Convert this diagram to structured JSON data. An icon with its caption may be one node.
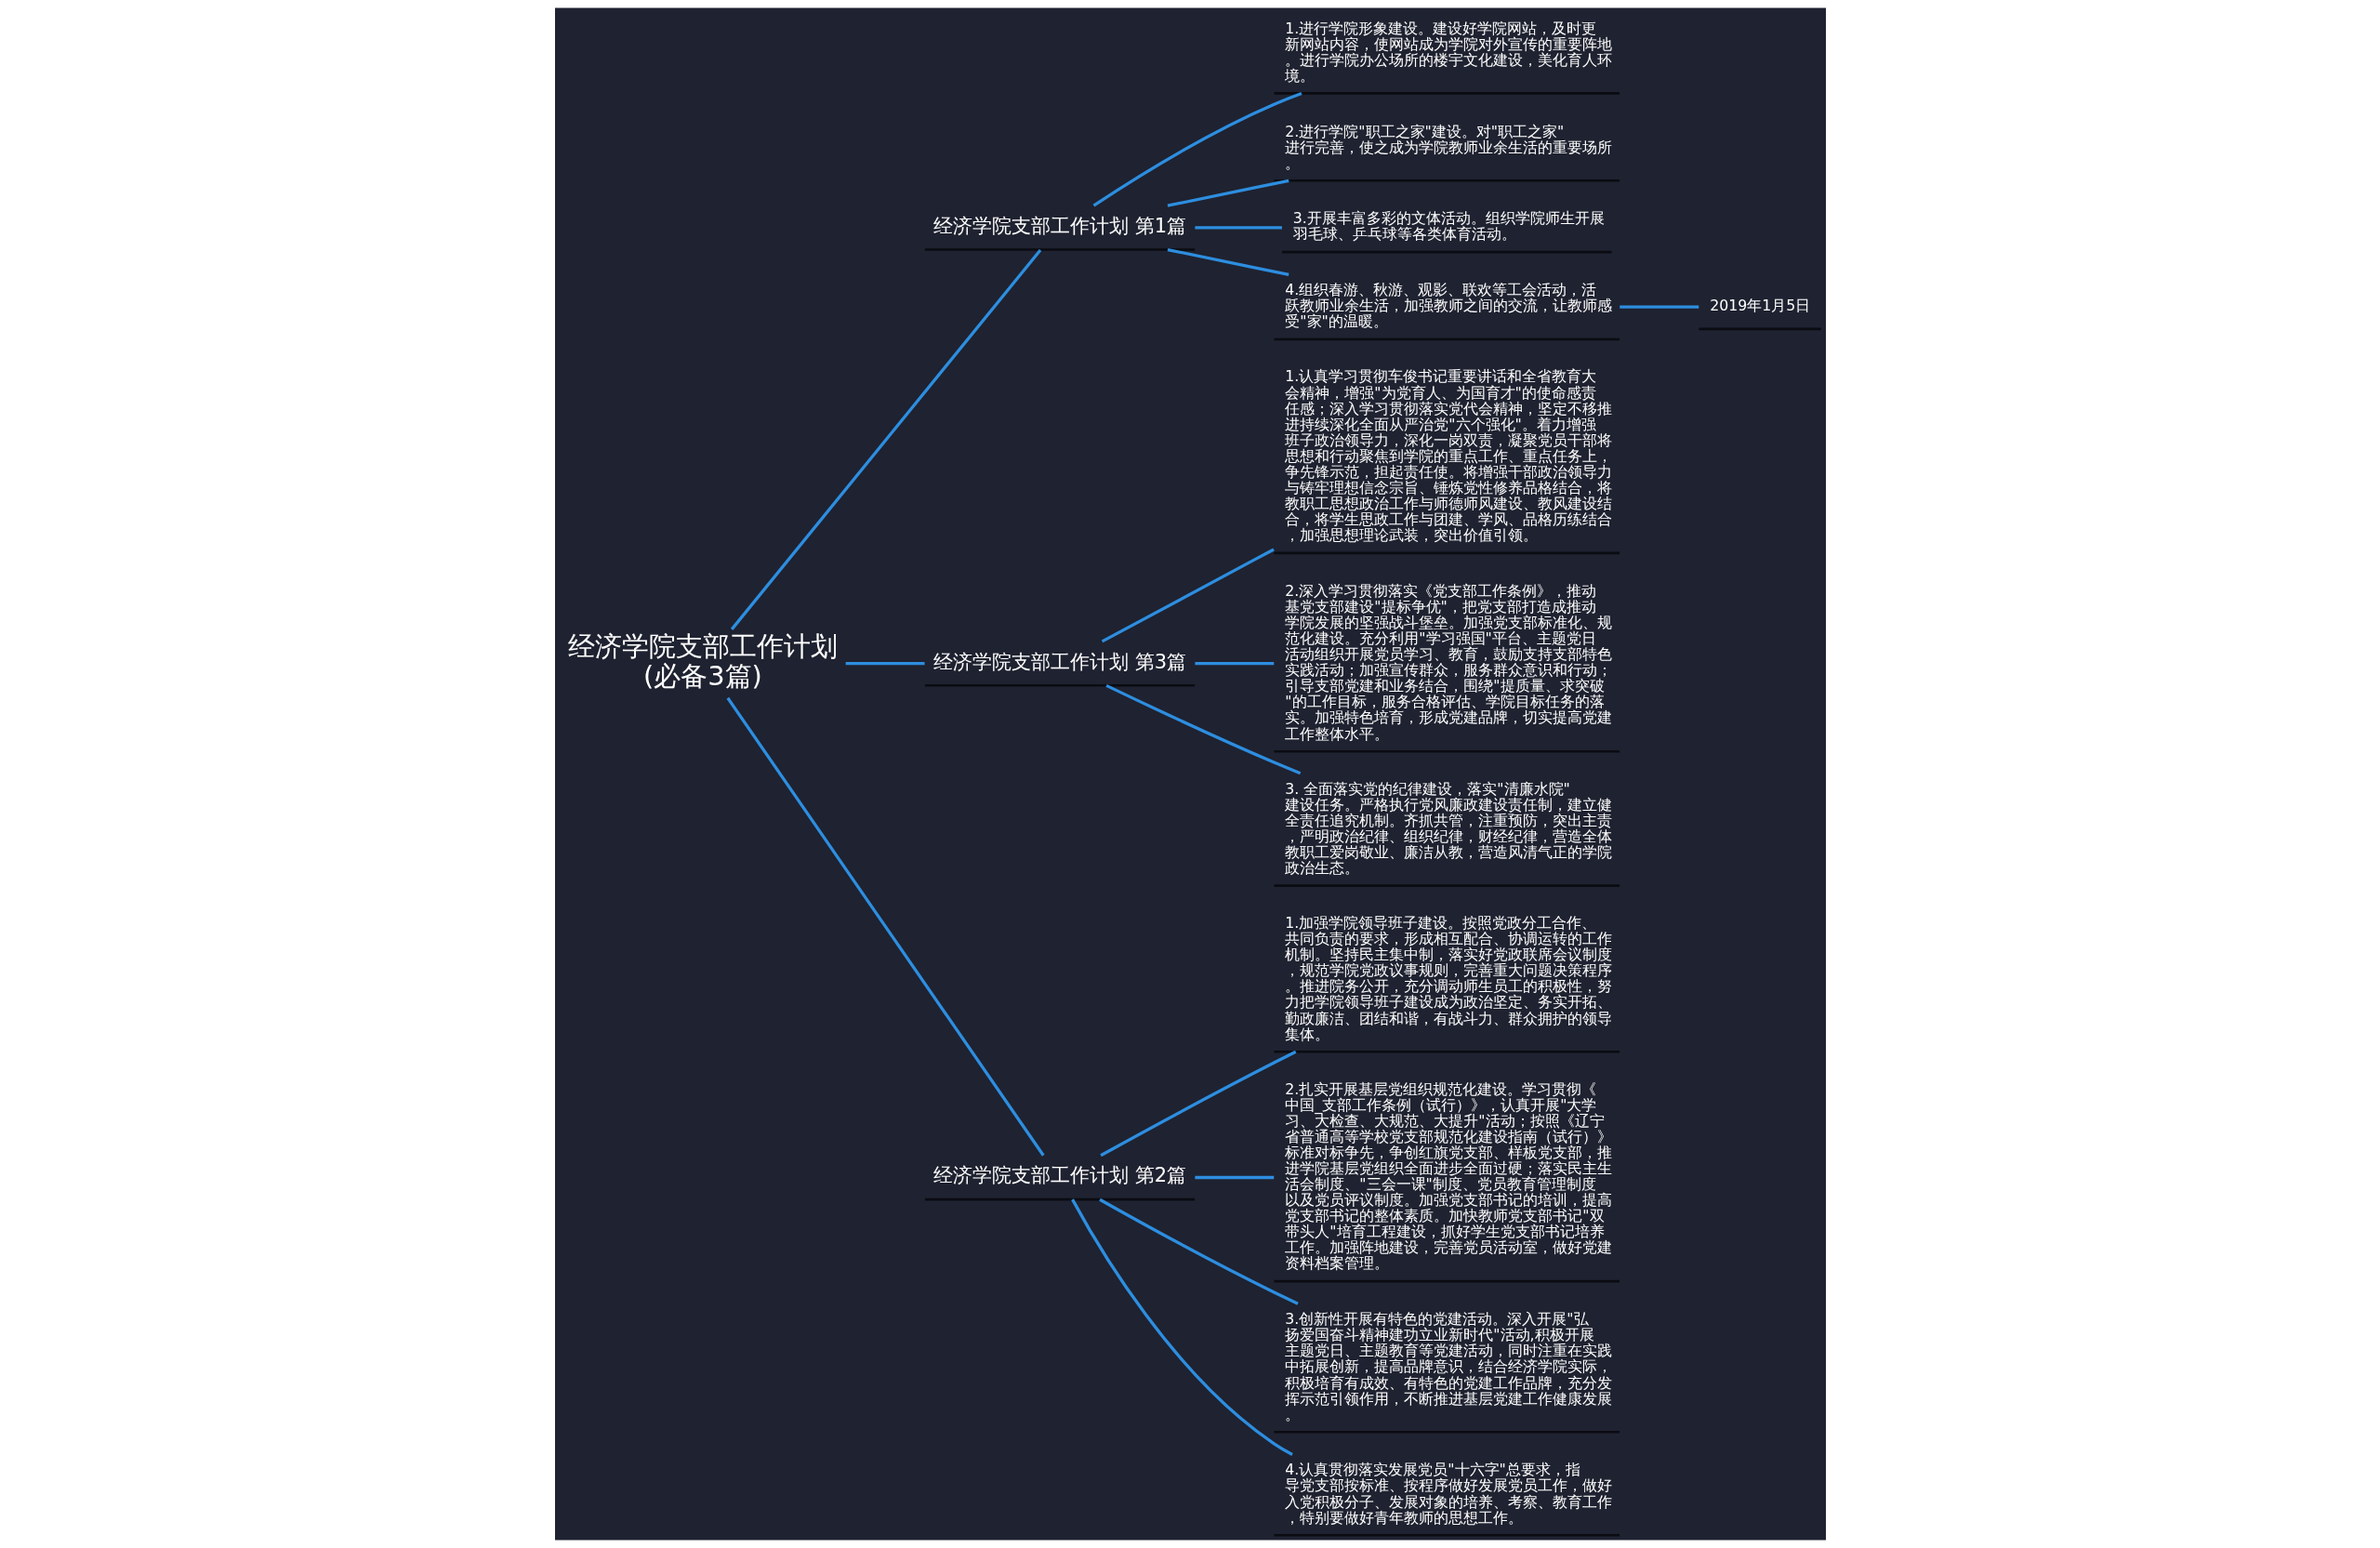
{
  "diagram": {
    "nodes": [
      {
        "text": [
          "经济学院支部工作计划(必备3篇)"
        ]
      },
      {
        "text": [
          "经济学院支部工作计划 第1篇"
        ]
      },
      {
        "text": [
          "1.进行学院形象建设。建设好学院网站，及时更新网站内容，使网站成为学院对外宣传的重要阵地。进行学院办公场所的楼宇文化建设，美化育人环境。"
        ]
      },
      {
        "text": [
          "2.进行学院\"职工之家\"建设。对\"职工之家\"进行完善，使之成为学院教师业余生活的重要场所。"
        ]
      },
      {
        "text": [
          "3.开展丰富多彩的文体活动。组织学院师生开展羽毛球、乒乓球等各类体育活动。"
        ]
      },
      {
        "text": [
          "4.组织春游、秋游、观影、联欢等工会活动，活跃教师业余生活，加强教师之间的交流，让教师感受\"家\"的温暖。"
        ]
      },
      {
        "text": [
          "2019年1月5日"
        ]
      },
      {
        "text": [
          "经济学院支部工作计划 第3篇"
        ]
      },
      {
        "text": [
          "1.认真学习贯彻车俊书记重要讲话和全省教育大会精神，增强\"为党育人、为国育才\"的使命感责任感；深入学习贯彻落实党代会精神，坚定不移推进持续深化全面从严治党\"六个强化\"。着力增强班子政治领导力，深化一岗双责，凝聚党员干部将思想和行动聚焦到学院的重点工作、重点任务上，争先锋示范，担起责任使。将增强干部政治领导力与铸牢理想信念宗旨、锤炼党性修养品格结合，将教职工思想政治工作与师德师风建设、教风建设结合，将学生思政工作与团建、学风、品格历练结合，加强思想理论武装，突出价值引领。"
        ]
      },
      {
        "text": [
          "2.深入学习贯彻落实《党支部工作条例》，推动基党支部建设\"提标争优\"，把党支部打造成推动学院发展的坚强战斗堡垒。加强党支部标准化、规范化建设。充分利用\"学习强国\"平台、主题党日活动组织开展党员学习、教育，鼓励支持支部特色实践活动；加强宣传群众，服务群众意识和行动；引导支部党建和业务结合，围绕\"提质量、求突破\"的工作目标，服务合格评估、学院目标任务的落实。加强特色培育，形成党建品牌，切实提高党建工作整体水平。"
        ]
      },
      {
        "text": [
          "3. 全面落实党的纪律建设，落实\"清廉水院\"建设任务。严格执行党风廉政建设责任制，建立健全责任追究机制。齐抓共管，注重预防，突出主责，严明政治纪律、组织纪律，财经纪律，营造全体教职工爱岗敬业、廉洁从教，营造风清气正的学院政治生态。"
        ]
      },
      {
        "text": [
          "经济学院支部工作计划 第2篇"
        ]
      },
      {
        "text": [
          "1.加强学院领导班子建设。按照党政分工合作、共同负责的要求，形成相互配合、协调运转的工作机制。坚持民主集中制，落实好党政联席会议制度，规范学院党政议事规则，完善重大问题决策程序。推进院务公开，充分调动师生员工的积极性，努力把学院领导班子建设成为政治坚定、务实开拓、勤政廉洁、团结和谐，有战斗力、群众拥护的领导集体。"
        ]
      },
      {
        "text": [
          "2.扎实开展基层党组织规范化建设。学习贯彻《中国_支部工作条例（试行）》，认真开展\"大学习、大检查、大规范、大提升\"活动；按照《辽宁省普通高等学校党支部规范化建设指南（试行）》标准对标争先，争创红旗党支部、样板党支部，推进学院基层党组织全面进步全面过硬；落实民主生活会制度、\"三会一课\"制度、党员教育管理制度以及党员评议制度。加强党支部书记的培训，提高党支部书记的整体素质。加快教师党支部书记\"双带头人\"培育工程建设，抓好学生党支部书记培养工作。加强阵地建设，完善党员活动室，做好党建资料档案管理。"
        ]
      },
      {
        "text": [
          "3.创新性开展有特色的党建活动。深入开展\"弘扬爱国奋斗精神建功立业新时代\"活动,积极开展主题党日、主题教育等党建活动，同时注重在实践中拓展创新，提高品牌意识，结合经济学院实际，积极培育有成效、有特色的党建工作品牌，充分发挥示范引领作用，不断推进基层党建工作健康发展。"
        ]
      },
      {
        "text": [
          "4.认真贯彻落实发展党员\"十六字\"总要求，指导党支部按标准、按程序做好发展党员工作，做好入党积极分子、发展对象的培养、考察、教育工作，特别要做好青年教师的思想工作。"
        ]
      }
    ],
    "edges": [
      {
        "from": 0,
        "to": 1,
        "arrow": "none"
      },
      {
        "from": 1,
        "to": 2,
        "arrow": "none"
      },
      {
        "from": 1,
        "to": 3,
        "arrow": "none"
      },
      {
        "from": 1,
        "to": 4,
        "arrow": "none"
      },
      {
        "from": 1,
        "to": 5,
        "arrow": "none"
      },
      {
        "from": 5,
        "to": 6,
        "arrow": "none"
      },
      {
        "from": 0,
        "to": 7,
        "arrow": "none"
      },
      {
        "from": 7,
        "to": 8,
        "arrow": "none"
      },
      {
        "from": 7,
        "to": 9,
        "arrow": "none"
      },
      {
        "from": 7,
        "to": 10,
        "arrow": "none"
      },
      {
        "from": 0,
        "to": 11,
        "arrow": "none"
      },
      {
        "from": 11,
        "to": 12,
        "arrow": "none"
      },
      {
        "from": 11,
        "to": 13,
        "arrow": "none"
      },
      {
        "from": 11,
        "to": 14,
        "arrow": "none"
      },
      {
        "from": 11,
        "to": 15,
        "arrow": "none"
      }
    ]
  }
}
